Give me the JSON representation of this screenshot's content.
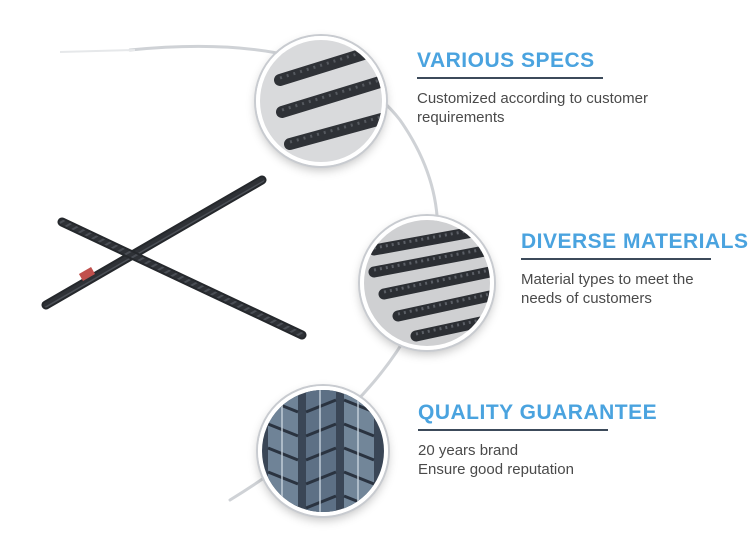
{
  "features": [
    {
      "title": "VARIOUS SPECS",
      "lines": [
        "Customized according to customer",
        "requirements"
      ]
    },
    {
      "title": "DIVERSE MATERIALS",
      "lines": [
        "Material types to meet the",
        "needs of customers"
      ]
    },
    {
      "title": "QUALITY GUARANTEE",
      "lines": [
        "20 years brand",
        "Ensure good reputation"
      ]
    }
  ],
  "colors": {
    "title": "#4aa3df",
    "rule": "#3c4a5a",
    "text": "#4a4a4a",
    "arc": "#cfd2d6"
  }
}
